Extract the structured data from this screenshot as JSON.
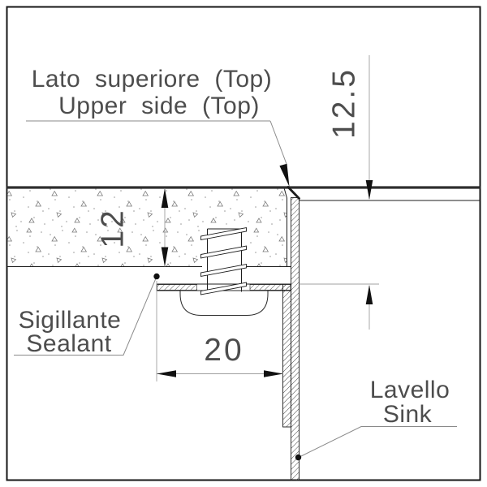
{
  "meta": {
    "type": "cad-section-drawing",
    "subject": "flush-mount sink edge installation detail"
  },
  "labels": {
    "top_side": {
      "line1": "Lato superiore (Top)",
      "line2": "Upper side (Top)"
    },
    "sealant": {
      "line1": "Sigillante",
      "line2": "Sealant"
    },
    "sink": {
      "line1": "Lavello",
      "line2": "Sink"
    }
  },
  "dimensions": {
    "countertop_thickness": "12",
    "edge_recess_depth": "12.5",
    "fixing_clamp_width": "20"
  },
  "colors": {
    "background": "#ffffff",
    "outline": "#1c1c1c",
    "thick_top_line": "#2e2e2e",
    "dimension_line": "#a0a0a0",
    "leader_line": "#8a8a8a",
    "text": "#4d4d4d",
    "arrow_fill": "#111111"
  }
}
